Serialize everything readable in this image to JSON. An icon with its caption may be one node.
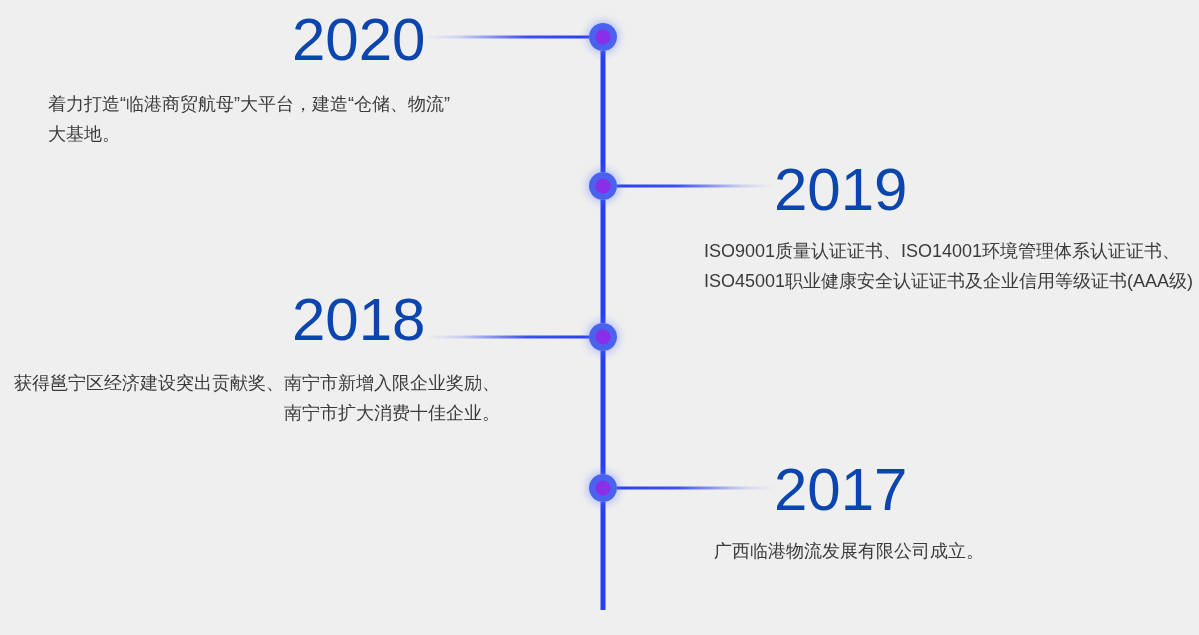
{
  "diagram": {
    "nodes": [
      {
        "text": [
          "2020"
        ],
        "beside": [
          "着力打造“临港商贸航母”大平台，建造“仓储、物流”大基地。"
        ]
      },
      {
        "text": [],
        "shape": "circle"
      },
      {
        "text": [],
        "shape": "circle"
      },
      {
        "text": [
          "2019"
        ],
        "beside": [
          "ISO9001质量认证证书、ISO14001环境管理体系认证证书、ISO45001职业健康安全认证证书及企业信用等级证书(AAA级)"
        ]
      },
      {
        "text": [
          "2018"
        ],
        "beside": [
          "获得邕宁区经济建设突出贡献奖、南宁市新增入限企业奖励、南宁市扩大消费十佳企业。"
        ]
      },
      {
        "text": [],
        "shape": "circle"
      },
      {
        "text": [],
        "shape": "circle"
      },
      {
        "text": [
          "2017"
        ],
        "beside": [
          "广西临港物流发展有限公司成立。"
        ]
      }
    ],
    "edges": [
      {
        "from": 1,
        "to": 2,
        "arrow": "none"
      },
      {
        "from": 2,
        "to": 5,
        "arrow": "none"
      },
      {
        "from": 5,
        "to": 6,
        "arrow": "none"
      },
      {
        "from": 6,
        "to": null,
        "arrow": "none"
      },
      {
        "from": 1,
        "to": 0,
        "arrow": "none"
      },
      {
        "from": 2,
        "to": 3,
        "arrow": "none"
      },
      {
        "from": 5,
        "to": 4,
        "arrow": "none"
      },
      {
        "from": 6,
        "to": 7,
        "arrow": "none"
      }
    ]
  }
}
